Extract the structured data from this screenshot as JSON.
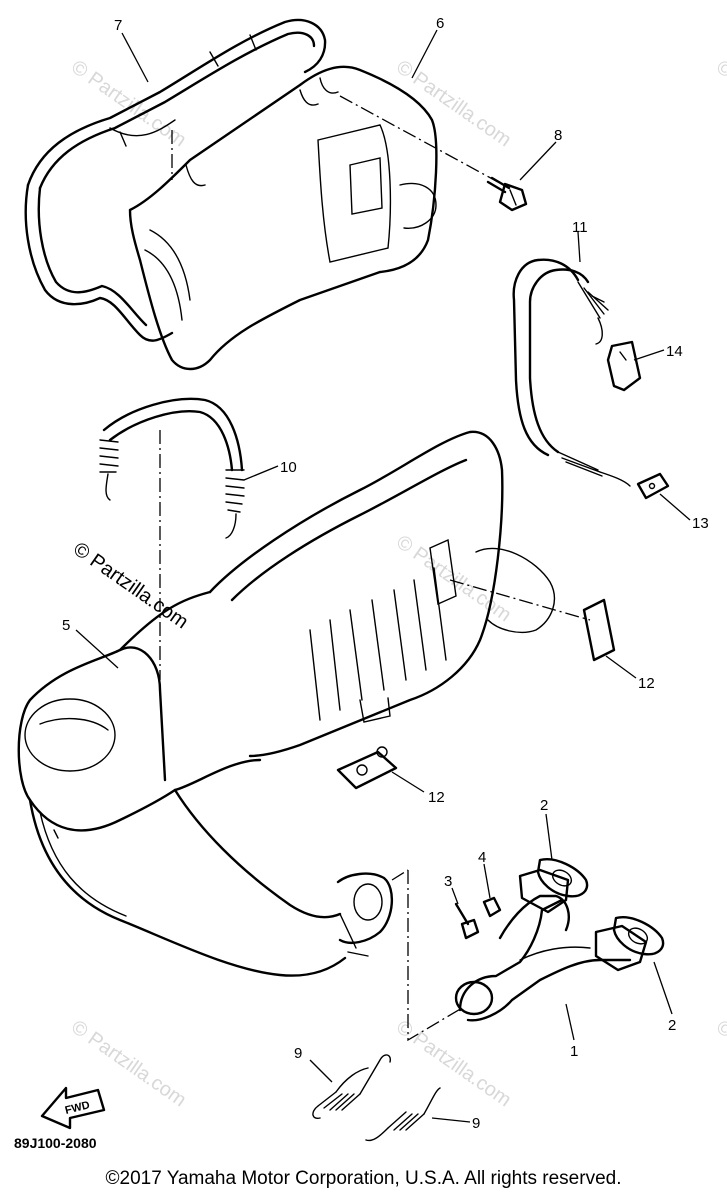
{
  "watermarks": [
    "© Partzilla.com",
    "© Partzilla.com",
    "© Partzilla.com",
    "© Partzilla.com",
    "© Partzilla.com",
    "© Partzilla.com",
    "© Partzilla.com"
  ],
  "callouts": [
    {
      "id": "c7",
      "label": "7"
    },
    {
      "id": "c6",
      "label": "6"
    },
    {
      "id": "c8",
      "label": "8"
    },
    {
      "id": "c11",
      "label": "11"
    },
    {
      "id": "c14",
      "label": "14"
    },
    {
      "id": "c10",
      "label": "10"
    },
    {
      "id": "c13",
      "label": "13"
    },
    {
      "id": "c5",
      "label": "5"
    },
    {
      "id": "c12a",
      "label": "12"
    },
    {
      "id": "c12b",
      "label": "12"
    },
    {
      "id": "c2a",
      "label": "2"
    },
    {
      "id": "c4",
      "label": "4"
    },
    {
      "id": "c3",
      "label": "3"
    },
    {
      "id": "c2b",
      "label": "2"
    },
    {
      "id": "c1",
      "label": "1"
    },
    {
      "id": "c9a",
      "label": "9"
    },
    {
      "id": "c9b",
      "label": "9"
    }
  ],
  "fwd_label": "FWD",
  "diagram_code": "89J100-2080",
  "copyright": "©2017 Yamaha Motor Corporation, U.S.A. All rights reserved."
}
